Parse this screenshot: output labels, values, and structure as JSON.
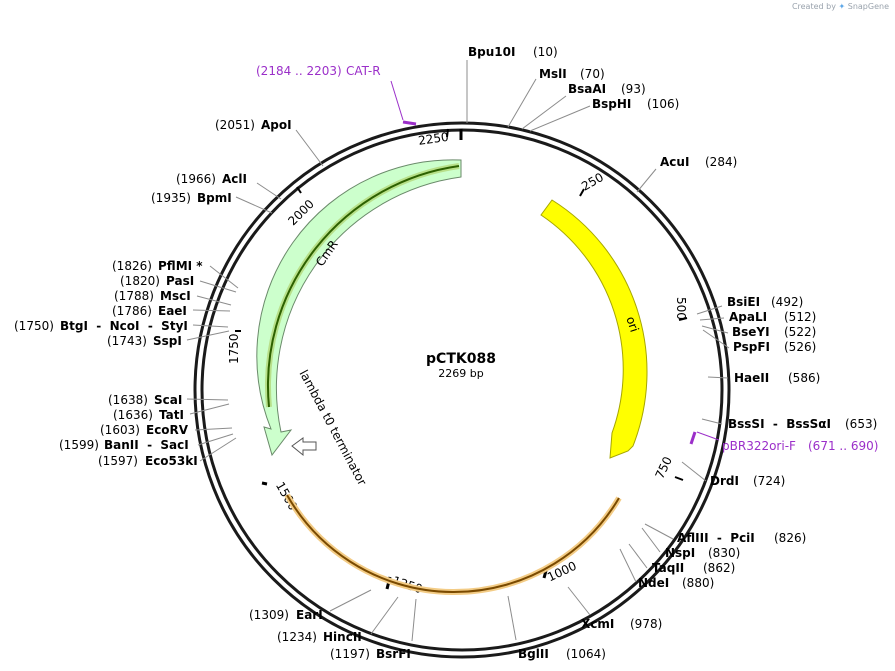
{
  "header": {
    "created_by": "Created by",
    "brand": "SnapGene"
  },
  "plasmid": {
    "name": "pCTK088",
    "size_label": "2269 bp",
    "length_bp": 2269
  },
  "colors": {
    "backbone": "#1a1a1a",
    "ori_fill": "#ffff00",
    "ori_stroke": "#a6a600",
    "cmr_fill": "#ccffcc",
    "cmr_stroke": "#6a8a6a",
    "primer": "#9b2fc9",
    "orf_cmr": "#2d6100",
    "orf_cmr_glow": "#b8e08a",
    "orf_other": "#7a4a00",
    "orf_other_glow": "#f3cc86",
    "leader": "#8c8c8c"
  },
  "scale_ticks": [
    {
      "pos": 250,
      "label": "250"
    },
    {
      "pos": 500,
      "label": "500"
    },
    {
      "pos": 750,
      "label": "750"
    },
    {
      "pos": 1000,
      "label": "1000"
    },
    {
      "pos": 1250,
      "label": "1250"
    },
    {
      "pos": 1500,
      "label": "1500"
    },
    {
      "pos": 1750,
      "label": "1750"
    },
    {
      "pos": 2000,
      "label": "2000"
    },
    {
      "pos": 2250,
      "label": "2250"
    }
  ],
  "features": {
    "ori": {
      "label": "ori",
      "start": 184,
      "end": 773
    },
    "cmr": {
      "label": "CmR",
      "start": 2220,
      "end": 1560
    },
    "terminator": {
      "label": "lambda t0 terminator"
    }
  },
  "primers": [
    {
      "name": "CAT-R",
      "range": "(2184 .. 2203)"
    },
    {
      "name": "pBR322ori-F",
      "range": "(671 .. 690)"
    }
  ],
  "sites_right": [
    {
      "name": "Bpu10I",
      "pos": "(10)"
    },
    {
      "name": "MslI",
      "pos": "(70)"
    },
    {
      "name": "BsaAI",
      "pos": "(93)"
    },
    {
      "name": "BspHI",
      "pos": "(106)"
    },
    {
      "name": "AcuI",
      "pos": "(284)"
    },
    {
      "name": "BsiEI",
      "pos": "(492)"
    },
    {
      "name": "ApaLI",
      "pos": "(512)"
    },
    {
      "name": "BseYI",
      "pos": "(522)"
    },
    {
      "name": "PspFI",
      "pos": "(526)"
    },
    {
      "name": "HaeII",
      "pos": "(586)"
    },
    {
      "name": "BssSI  -  BssSαI",
      "pos": "(653)"
    },
    {
      "name": "DrdI",
      "pos": "(724)"
    },
    {
      "name": "AflIII  -  PciI",
      "pos": "(826)"
    },
    {
      "name": "NspI",
      "pos": "(830)"
    },
    {
      "name": "TaqII",
      "pos": "(862)"
    },
    {
      "name": "NdeI",
      "pos": "(880)"
    },
    {
      "name": "XcmI",
      "pos": "(978)"
    },
    {
      "name": "BglII",
      "pos": "(1064)"
    }
  ],
  "sites_left": [
    {
      "name": "BsrFI",
      "pos": "(1197)"
    },
    {
      "name": "HincII",
      "pos": "(1234)"
    },
    {
      "name": "EarI",
      "pos": "(1309)"
    },
    {
      "name": "Eco53kI",
      "pos": "(1597)"
    },
    {
      "name": "BanII  -  SacI",
      "pos": "(1599)"
    },
    {
      "name": "EcoRV",
      "pos": "(1603)"
    },
    {
      "name": "TatI",
      "pos": "(1636)"
    },
    {
      "name": "ScaI",
      "pos": "(1638)"
    },
    {
      "name": "SspI",
      "pos": "(1743)"
    },
    {
      "name": "BtgI  -  NcoI  -  StyI",
      "pos": "(1750)"
    },
    {
      "name": "EaeI",
      "pos": "(1786)"
    },
    {
      "name": "MscI",
      "pos": "(1788)"
    },
    {
      "name": "PasI",
      "pos": "(1820)"
    },
    {
      "name": "PflMI *",
      "pos": "(1826)"
    },
    {
      "name": "BpmI",
      "pos": "(1935)"
    },
    {
      "name": "AclI",
      "pos": "(1966)"
    },
    {
      "name": "ApoI",
      "pos": "(2051)"
    }
  ]
}
